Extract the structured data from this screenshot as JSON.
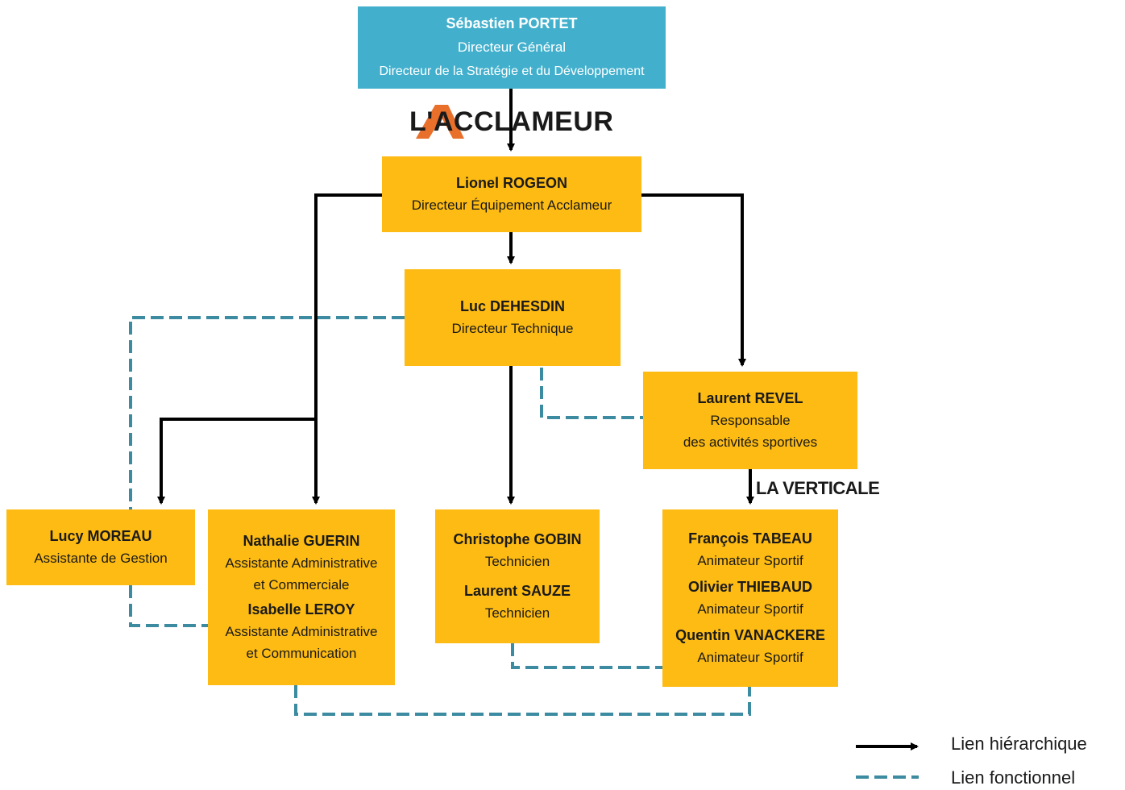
{
  "logos": {
    "acclameur": "L'ACCLAMEUR",
    "verticale": "LA VERTICALE"
  },
  "boxes": {
    "portet": {
      "name": "Sébastien PORTET",
      "title1": "Directeur Général",
      "title2": "Directeur de la Stratégie et du Développement"
    },
    "rogeon": {
      "name": "Lionel ROGEON",
      "title1": "Directeur Équipement Acclameur"
    },
    "dehesdin": {
      "name": "Luc DEHESDIN",
      "title1": "Directeur Technique"
    },
    "revel": {
      "name": "Laurent REVEL",
      "title1": "Responsable",
      "title2": "des activités sportives"
    },
    "moreau": {
      "name": "Lucy MOREAU",
      "title1": "Assistante de Gestion"
    },
    "guerin": {
      "name1": "Nathalie GUERIN",
      "title1a": "Assistante Administrative",
      "title1b": "et Commerciale",
      "name2": "Isabelle LEROY",
      "title2a": "Assistante Administrative",
      "title2b": "et Communication"
    },
    "gobin": {
      "name1": "Christophe GOBIN",
      "title1": "Technicien",
      "name2": "Laurent SAUZE",
      "title2": "Technicien"
    },
    "tabeau": {
      "name1": "François TABEAU",
      "title1": "Animateur Sportif",
      "name2": "Olivier THIEBAUD",
      "title2": "Animateur Sportif",
      "name3": "Quentin VANACKERE",
      "title3": "Animateur Sportif"
    }
  },
  "legend": {
    "hierarchical": "Lien hiérarchique",
    "functional": "Lien fonctionnel"
  },
  "colors": {
    "orange": "#fdbb13",
    "blue": "#42b0cd",
    "hierarchical_line": "#000000",
    "functional_line": "#3d8ba0"
  }
}
